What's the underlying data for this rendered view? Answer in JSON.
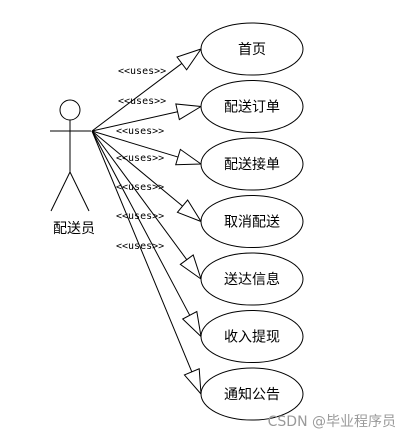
{
  "actor": {
    "label": "配送员"
  },
  "stereotype": "<<uses>>",
  "use_cases": [
    "首页",
    "配送订单",
    "配送接单",
    "取消配送",
    "送达信息",
    "收入提现",
    "通知公告"
  ],
  "watermark": "CSDN @毕业程序员"
}
